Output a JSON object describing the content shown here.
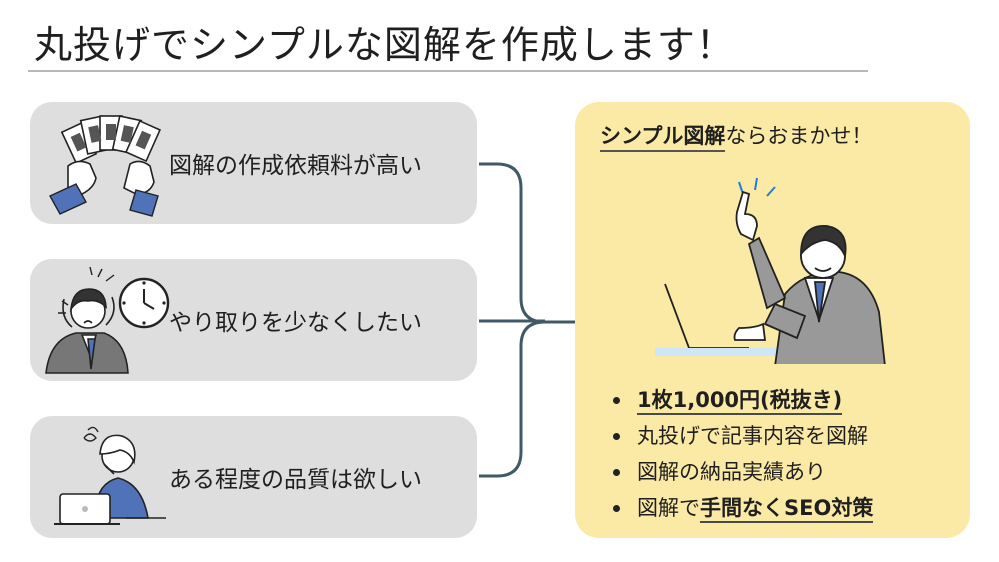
{
  "title": "丸投げでシンプルな図解を作成します！",
  "problems": [
    {
      "label": "図解の作成依頼料が高い",
      "icon": "money-hands-icon"
    },
    {
      "label": "やり取りを少なくしたい",
      "icon": "stressed-person-clock-icon"
    },
    {
      "label": "ある程度の品質は欲しい",
      "icon": "tired-person-laptop-icon"
    }
  ],
  "solution": {
    "heading_strong": "シンプル図解",
    "heading_rest": "ならおまかせ！",
    "icon": "businessman-pointing-icon",
    "bullets": {
      "price": "1枚1,000円(税抜き)",
      "outsource": "丸投げで記事内容を図解",
      "track_record": "図解の納品実績あり",
      "seo_prefix": "図解で",
      "seo_emphasis": "手間なくSEO対策"
    }
  },
  "colors": {
    "problem_bg": "#dedede",
    "panel_bg": "#fbe9a6",
    "connector": "#3f5a66",
    "suit_blue": "#4f72b8"
  }
}
